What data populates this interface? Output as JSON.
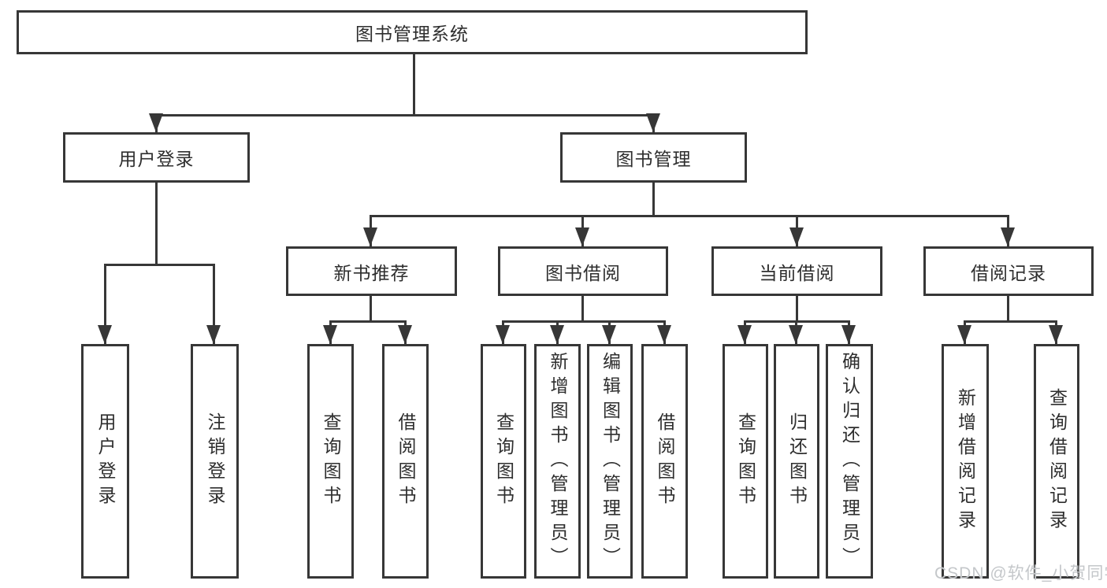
{
  "diagram_title": "图书管理系统",
  "tree": {
    "label": "图书管理系统",
    "children": [
      {
        "label": "用户登录",
        "children": [
          {
            "label": "用户登录"
          },
          {
            "label": "注销登录"
          }
        ]
      },
      {
        "label": "图书管理",
        "children": [
          {
            "label": "新书推荐",
            "children": [
              {
                "label": "查询图书"
              },
              {
                "label": "借阅图书"
              }
            ]
          },
          {
            "label": "图书借阅",
            "children": [
              {
                "label": "查询图书"
              },
              {
                "label": "新增图书（管理员）"
              },
              {
                "label": "编辑图书（管理员）"
              },
              {
                "label": "借阅图书"
              }
            ]
          },
          {
            "label": "当前借阅",
            "children": [
              {
                "label": "查询图书"
              },
              {
                "label": "归还图书"
              },
              {
                "label": "确认归还（管理员）"
              }
            ]
          },
          {
            "label": "借阅记录",
            "children": [
              {
                "label": "新增借阅记录"
              },
              {
                "label": "查询借阅记录"
              }
            ]
          }
        ]
      }
    ]
  },
  "watermark": {
    "text": "CSDN @软件_小贺同学"
  },
  "colors": {
    "line": "#373737",
    "text": "#2e2e2e",
    "watermark": "#c4c7ca",
    "background": "#ffffff"
  }
}
